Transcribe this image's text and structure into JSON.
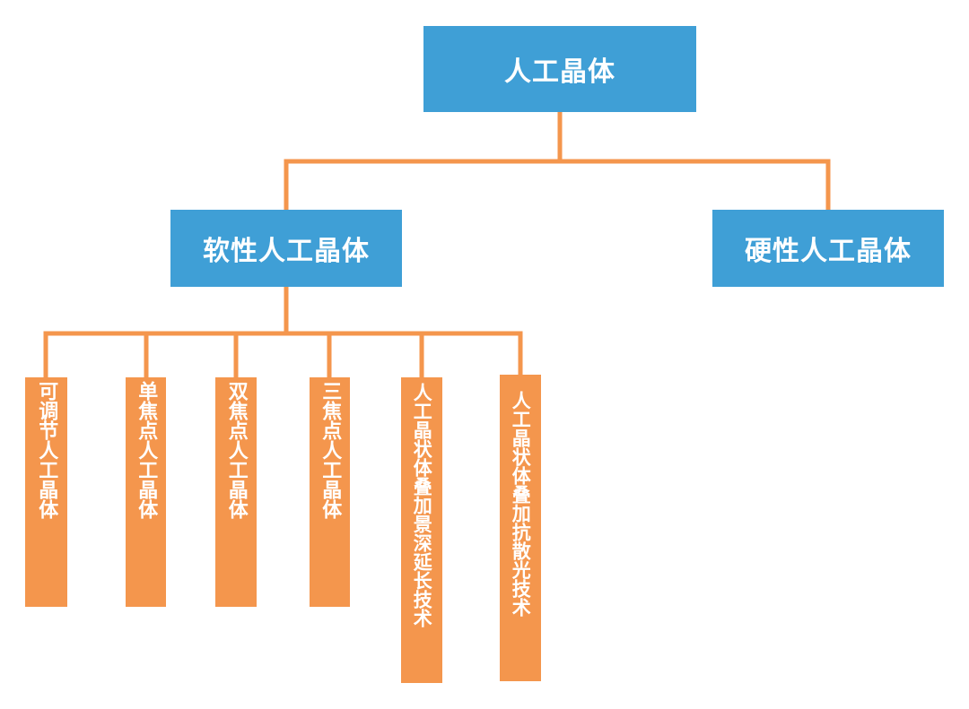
{
  "diagram": {
    "root": {
      "label": "人工晶体"
    },
    "branches": [
      {
        "label": "软性人工晶体",
        "children": [
          "可调节人工晶体",
          "单焦点人工晶体",
          "双焦点人工晶体",
          "三焦点人工晶体",
          "人工晶状体叠加景深延长技术",
          "人工晶状体叠加抗散光技术"
        ]
      },
      {
        "label": "硬性人工晶体",
        "children": []
      }
    ]
  },
  "colors": {
    "node_blue": "#3f9fd6",
    "leaf_orange": "#f4964d",
    "connector": "#f4964d",
    "text": "#ffffff"
  }
}
